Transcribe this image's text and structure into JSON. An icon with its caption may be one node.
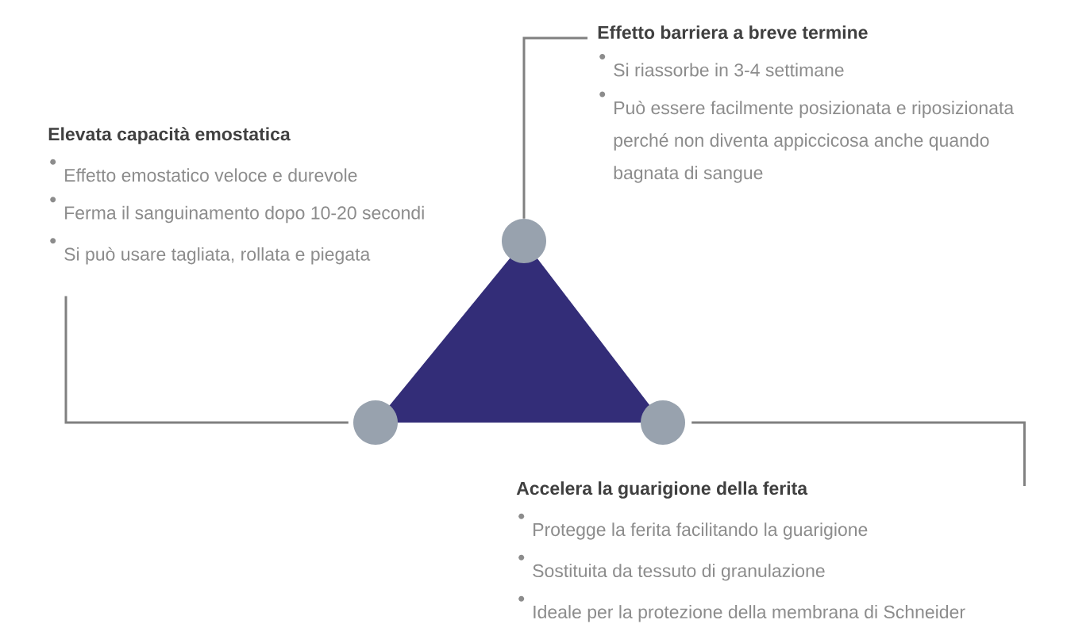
{
  "diagram": {
    "nodes": [
      {
        "text": [
          "Effetto barriera a breve termine",
          "Si riassorbe in 3-4 settimane",
          "Può essere facilmente posizionata e riposizionata perché non diventa appiccicosa anche quando bagnata di sangue"
        ]
      },
      {
        "text": [
          "Elevata capacità emostatica",
          "Effetto emostatico veloce e durevole",
          "Ferma il sanguinamento dopo 10-20 secondi",
          "Si può usare tagliata, rollata e piegata"
        ]
      },
      {
        "text": [],
        "shape": "circle"
      },
      {
        "text": [],
        "shape": "circle"
      },
      {
        "text": [],
        "shape": "circle"
      },
      {
        "text": [
          "Accelera la guarigione della ferita",
          "Protegge la ferita facilitando la guarigione",
          "Sostituita da tessuto di granulazione",
          "Ideale per la protezione della membrana di Schneider"
        ]
      }
    ],
    "edges": [
      {
        "from": 2,
        "to": 0,
        "arrow": "none"
      },
      {
        "from": 3,
        "to": 1,
        "arrow": "none"
      },
      {
        "from": 4,
        "to": 5,
        "arrow": "none"
      }
    ]
  }
}
